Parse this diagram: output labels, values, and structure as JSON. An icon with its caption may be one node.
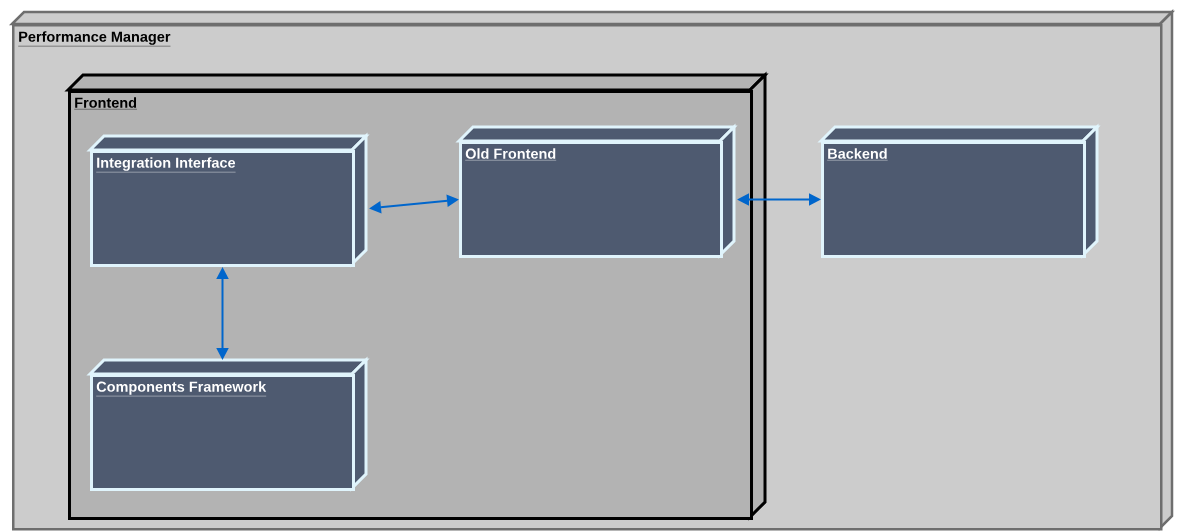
{
  "diagram": {
    "nodes": [
      {
        "text": [
          "Performance Manager"
        ]
      },
      {
        "text": [
          "Frontend"
        ],
        "in": 0
      },
      {
        "text": [
          "Integration Interface"
        ],
        "in": 1
      },
      {
        "text": [
          "Old Frontend"
        ],
        "in": 1
      },
      {
        "text": [
          "Components Framework"
        ],
        "in": 1
      },
      {
        "text": [
          "Backend"
        ],
        "in": 0
      }
    ],
    "edges": [
      {
        "from": 2,
        "to": 3,
        "arrow": "both"
      },
      {
        "from": 2,
        "to": 4,
        "arrow": "both"
      },
      {
        "from": 3,
        "to": 5,
        "arrow": "both"
      }
    ]
  }
}
